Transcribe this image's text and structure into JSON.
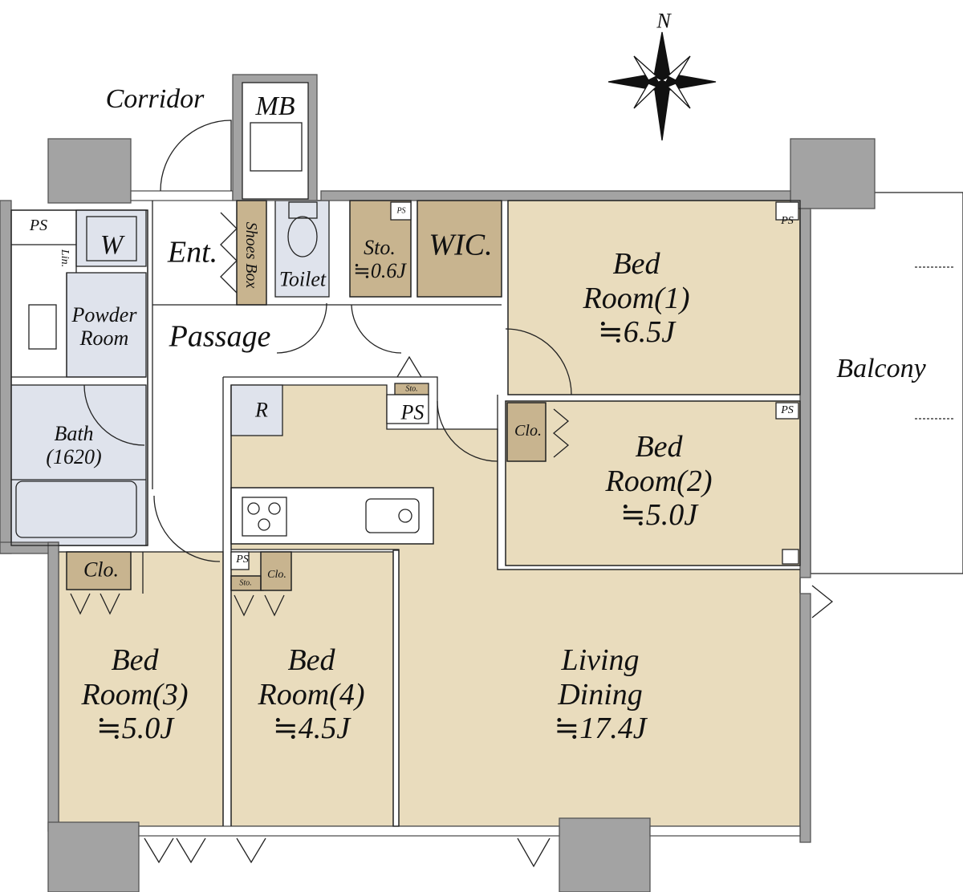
{
  "colors": {
    "room": "#e9dcbd",
    "storage": "#c8b48f",
    "wet": "#dfe3ec",
    "wall": "#a3a3a3",
    "line": "#222222"
  },
  "compass": {
    "north_label": "N"
  },
  "exterior": {
    "corridor": "Corridor",
    "meter_box": "MB",
    "balcony": "Balcony"
  },
  "rooms": {
    "entrance": "Ent.",
    "shoes_box": "Shoes Box",
    "toilet": "Toilet",
    "storage_top": {
      "name": "Sto.",
      "area": "≒0.6J"
    },
    "wic": "WIC.",
    "passage": "Passage",
    "pipe_space": "PS",
    "washer": "W",
    "linen": "Lin.",
    "powder_room": [
      "Powder",
      "Room"
    ],
    "bath": [
      "Bath",
      "(1620)"
    ],
    "refrigerator": "R",
    "storage_small": "Sto.",
    "closet": "Clo.",
    "bedroom1": {
      "name": [
        "Bed",
        "Room(1)"
      ],
      "area": "≒6.5J"
    },
    "bedroom2": {
      "name": [
        "Bed",
        "Room(2)"
      ],
      "area": "≒5.0J"
    },
    "bedroom3": {
      "name": [
        "Bed",
        "Room(3)"
      ],
      "area": "≒5.0J"
    },
    "bedroom4": {
      "name": [
        "Bed",
        "Room(4)"
      ],
      "area": "≒4.5J"
    },
    "living_dining": {
      "name": [
        "Living",
        "Dining"
      ],
      "area": "≒17.4J"
    }
  }
}
